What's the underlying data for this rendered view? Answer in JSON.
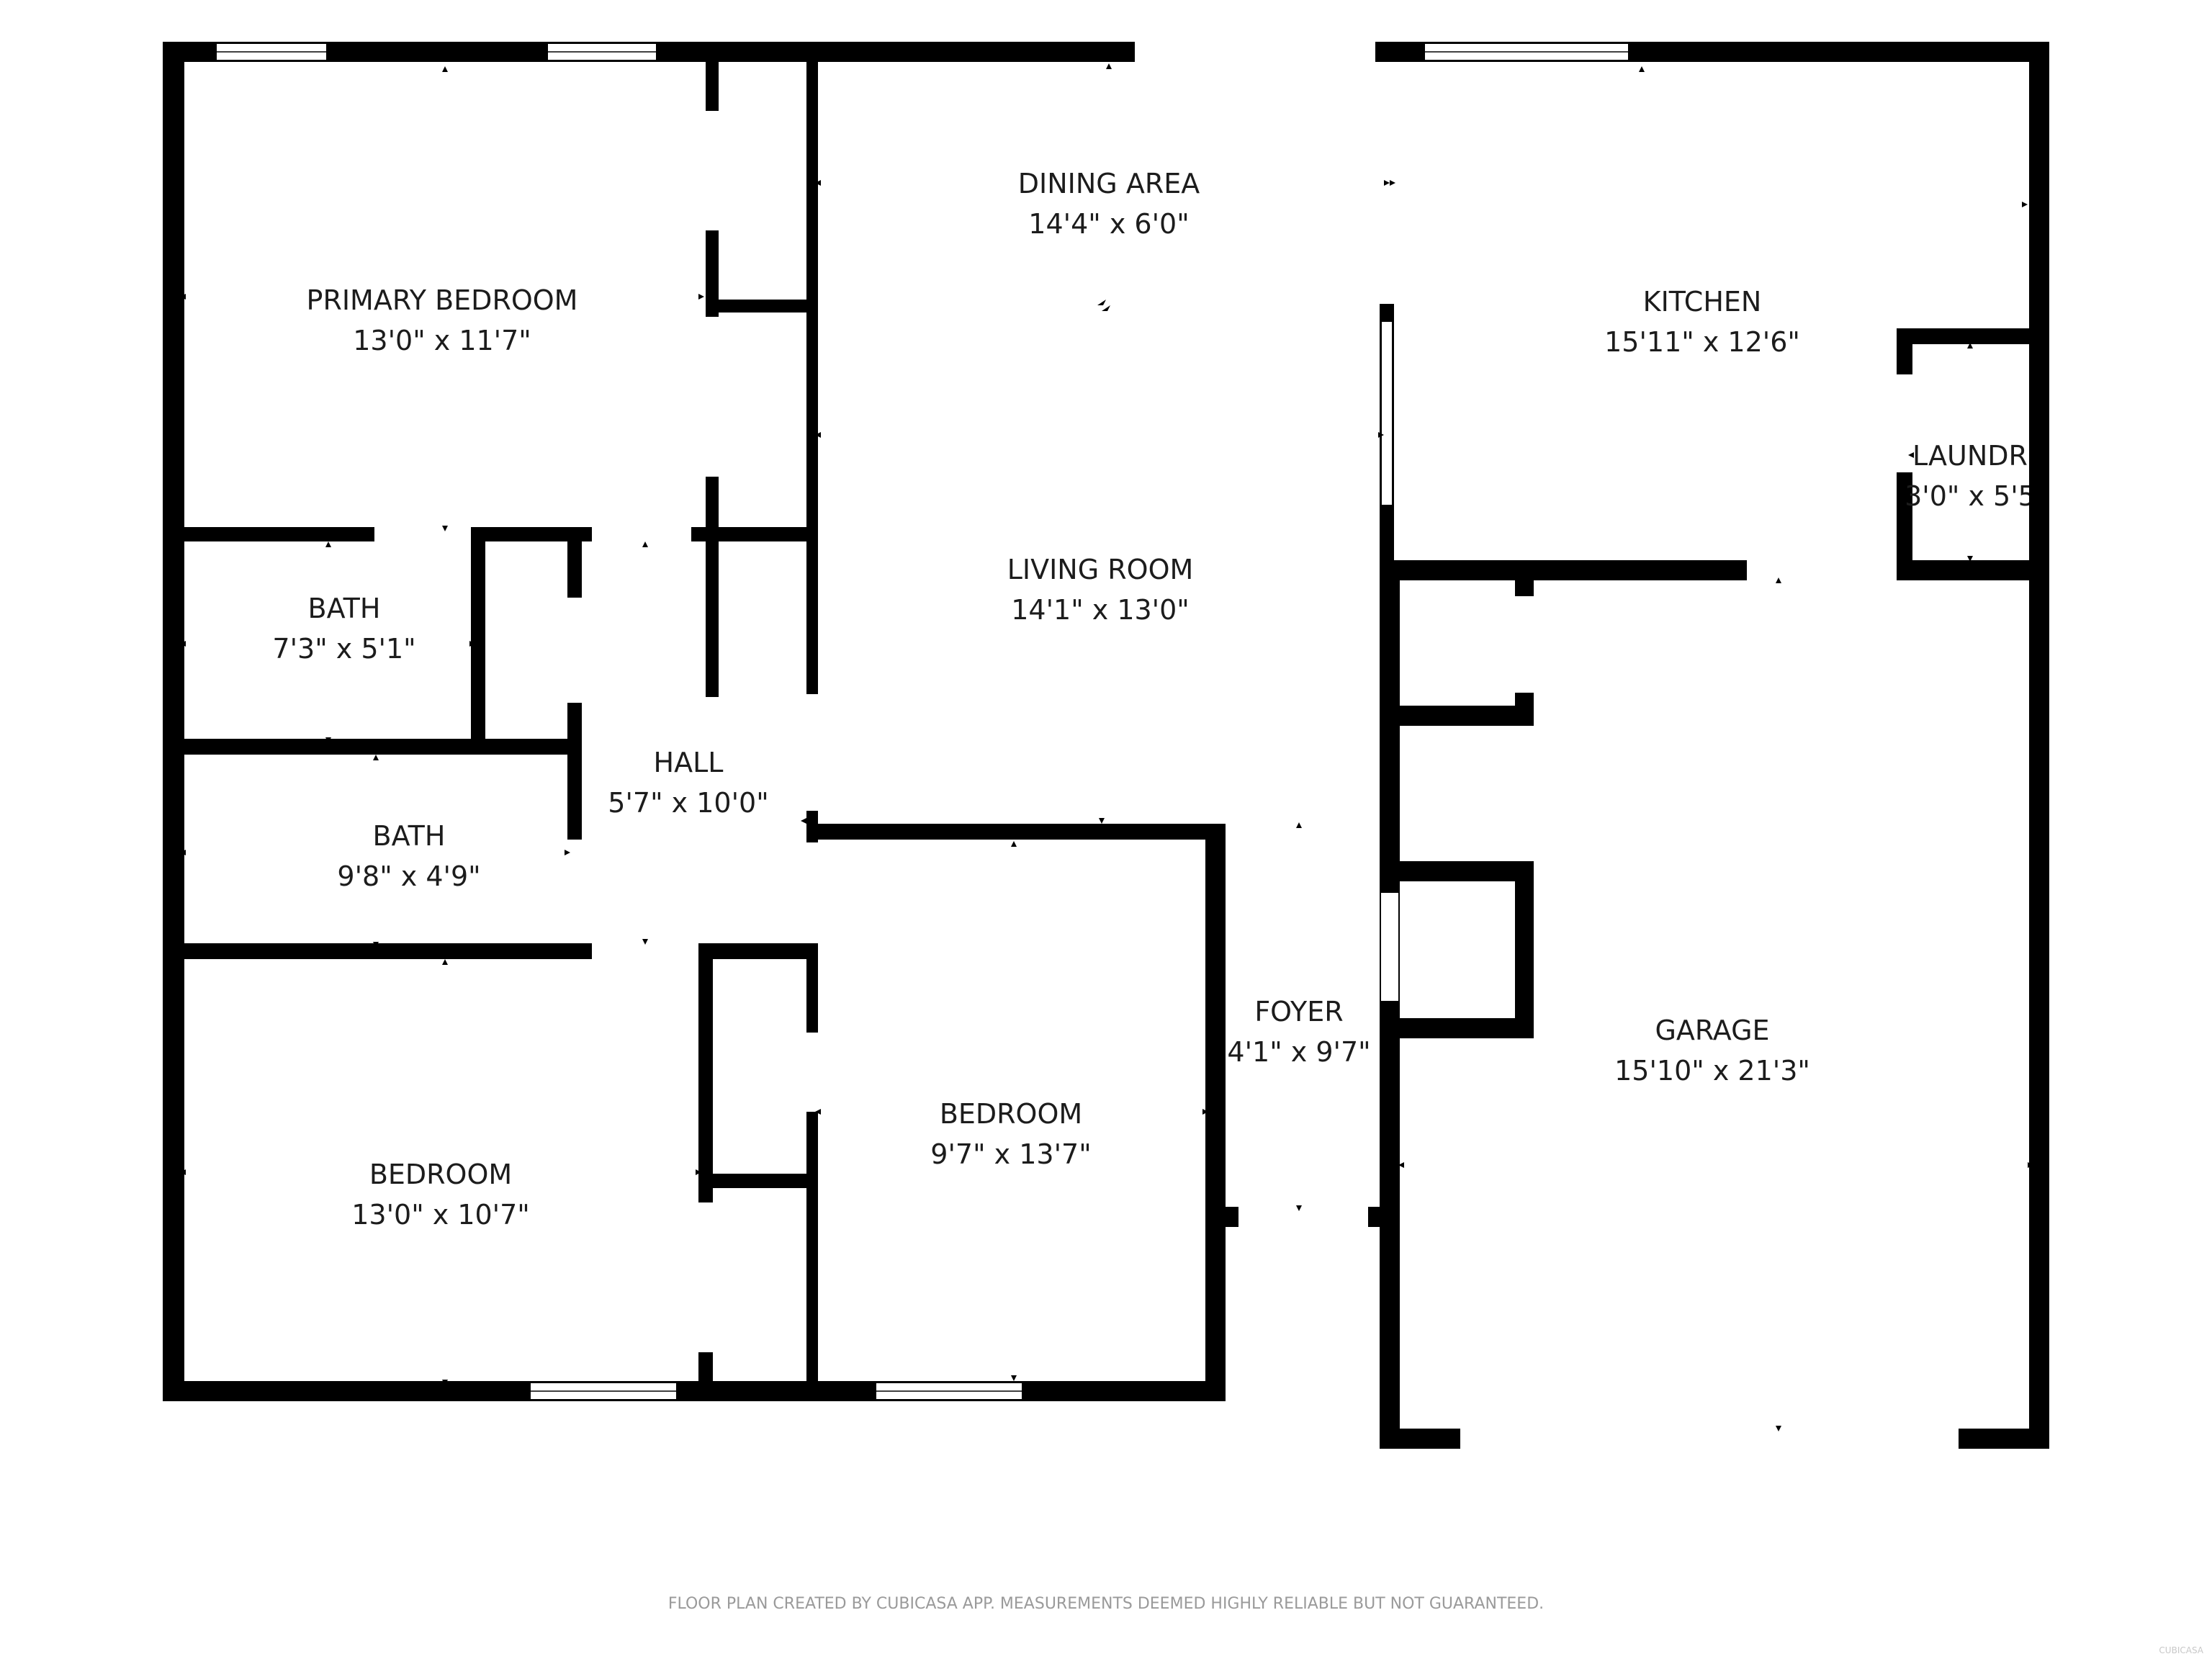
{
  "rooms": {
    "primary_bedroom": {
      "name": "PRIMARY BEDROOM",
      "dims": "13'0\" x 11'7\""
    },
    "bath_upper": {
      "name": "BATH",
      "dims": "7'3\" x 5'1\""
    },
    "bath_lower": {
      "name": "BATH",
      "dims": "9'8\" x 4'9\""
    },
    "hall": {
      "name": "HALL",
      "dims": "5'7\" x 10'0\""
    },
    "bedroom_left": {
      "name": "BEDROOM",
      "dims": "13'0\" x 10'7\""
    },
    "bedroom_center": {
      "name": "BEDROOM",
      "dims": "9'7\" x 13'7\""
    },
    "dining_area": {
      "name": "DINING AREA",
      "dims": "14'4\" x 6'0\""
    },
    "living_room": {
      "name": "LIVING ROOM",
      "dims": "14'1\" x 13'0\""
    },
    "foyer": {
      "name": "FOYER",
      "dims": "4'1\" x 9'7\""
    },
    "kitchen": {
      "name": "KITCHEN",
      "dims": "15'11\" x 12'6\""
    },
    "laundry": {
      "name": "LAUNDR",
      "dims": "3'0\" x 5'5"
    },
    "garage": {
      "name": "GARAGE",
      "dims": "15'10\" x 21'3\""
    }
  },
  "footer": {
    "disclaimer": "FLOOR PLAN CREATED BY CUBICASA APP. MEASUREMENTS DEEMED HIGHLY RELIABLE BUT NOT GUARANTEED.",
    "watermark": "CUBICASA"
  },
  "colors": {
    "wall": "#000000",
    "background": "#ffffff",
    "label": "#1c1c1c",
    "disclaimer": "#9a9a9a"
  }
}
